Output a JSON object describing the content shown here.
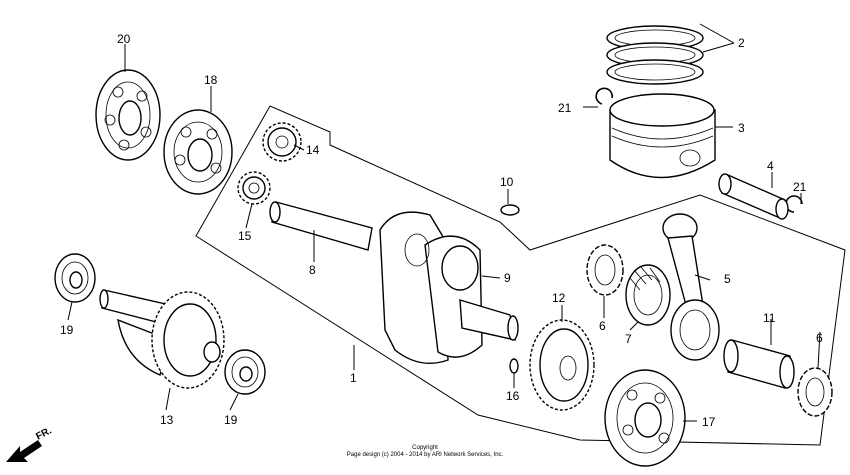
{
  "callouts": {
    "c1": "1",
    "c2": "2",
    "c3": "3",
    "c4": "4",
    "c5": "5",
    "c6a": "6",
    "c6b": "6",
    "c7": "7",
    "c8": "8",
    "c9": "9",
    "c10": "10",
    "c11": "11",
    "c12": "12",
    "c13": "13",
    "c14": "14",
    "c15": "15",
    "c16": "16",
    "c17": "17",
    "c18": "18",
    "c19a": "19",
    "c19b": "19",
    "c20": "20",
    "c21a": "21",
    "c21b": "21"
  },
  "footer": {
    "copyright": "Copyright",
    "page_note": "Page design (c) 2004 - 2014 by ARI Network Services, Inc.",
    "front_indicator": "FR."
  }
}
